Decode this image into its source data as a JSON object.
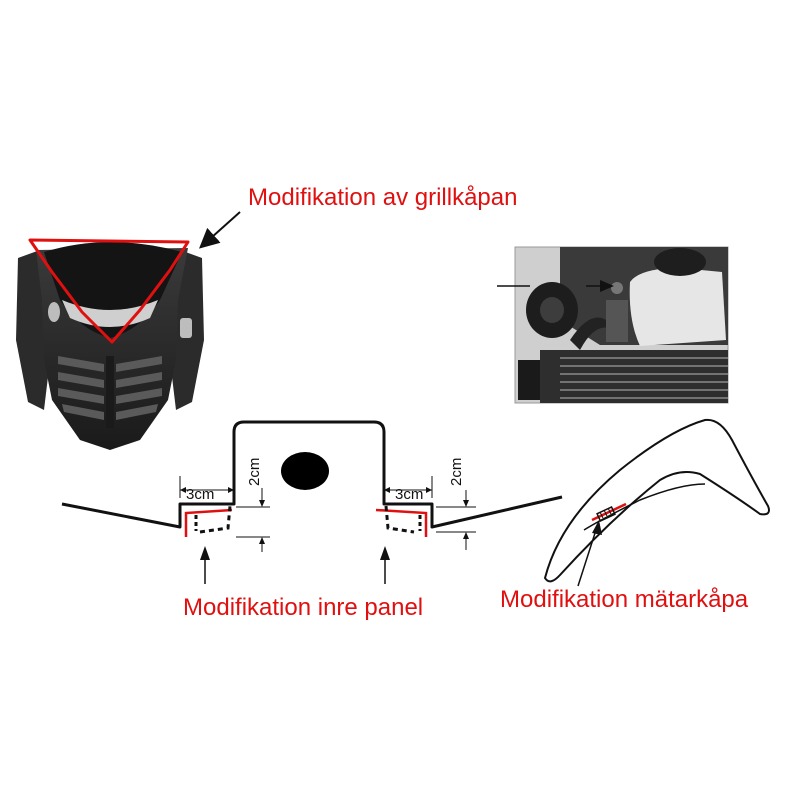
{
  "labels": {
    "grill_cover": "Modifikation av grillkåpan",
    "inner_panel": "Modifikation inre panel",
    "meter_cover": "Modifikation mätarkåpa"
  },
  "dimensions": {
    "left_width": "3cm",
    "left_height": "2cm",
    "right_width": "3cm",
    "right_height": "2cm"
  },
  "colors": {
    "accent": "#e01010",
    "line": "#111111",
    "photo_dark": "#2a2a2a",
    "photo_light": "#d8d8d8"
  }
}
